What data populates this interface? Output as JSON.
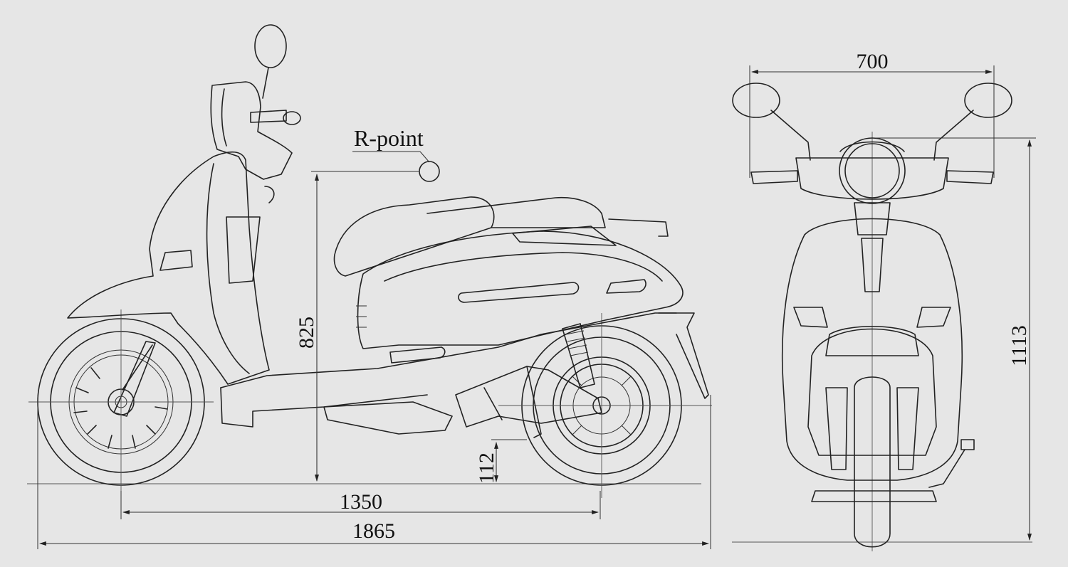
{
  "labels": {
    "r_point": "R-point"
  },
  "dimensions": {
    "seat_height": "825",
    "ground_clearance": "112",
    "wheelbase": "1350",
    "overall_length": "1865",
    "handlebar_width": "700",
    "overall_height": "1113"
  },
  "colors": {
    "background": "#e6e6e6",
    "line": "#222222"
  }
}
